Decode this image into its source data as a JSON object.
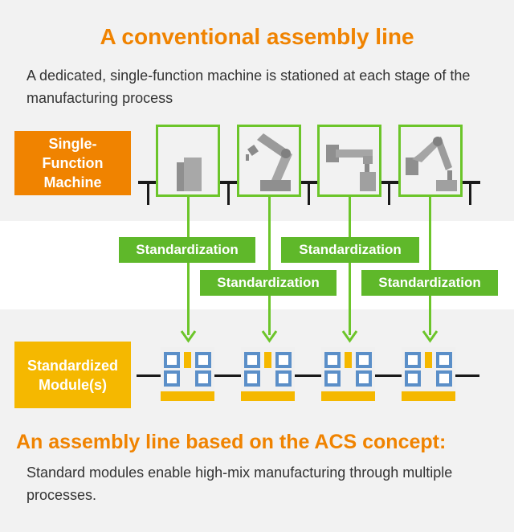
{
  "top": {
    "title": "A conventional assembly line",
    "description": "A dedicated, single-function machine is stationed at each stage of the manufacturing process",
    "machine_label": "Single-\nFunction\nMachine"
  },
  "standardization": {
    "labels": [
      "Standardization",
      "Standardization",
      "Standardization",
      "Standardization"
    ]
  },
  "bottom": {
    "module_label": "Standardized\nModule(s)",
    "title": "An assembly line based on the ACS concept:",
    "description": "Standard modules enable high-mix manufacturing through multiple processes."
  },
  "icons": {
    "machines": [
      "parts-block-icon",
      "robot-arm-icon",
      "gantry-press-icon",
      "articulated-gripper-icon"
    ],
    "modules": [
      "standard-module-icon",
      "standard-module-icon",
      "standard-module-icon",
      "standard-module-icon"
    ]
  },
  "colors": {
    "orange": "#f08300",
    "yellow": "#f5b800",
    "green": "#6cc52a",
    "module_blue": "#5b8fc8",
    "machine_gray": "#a0a0a0"
  }
}
